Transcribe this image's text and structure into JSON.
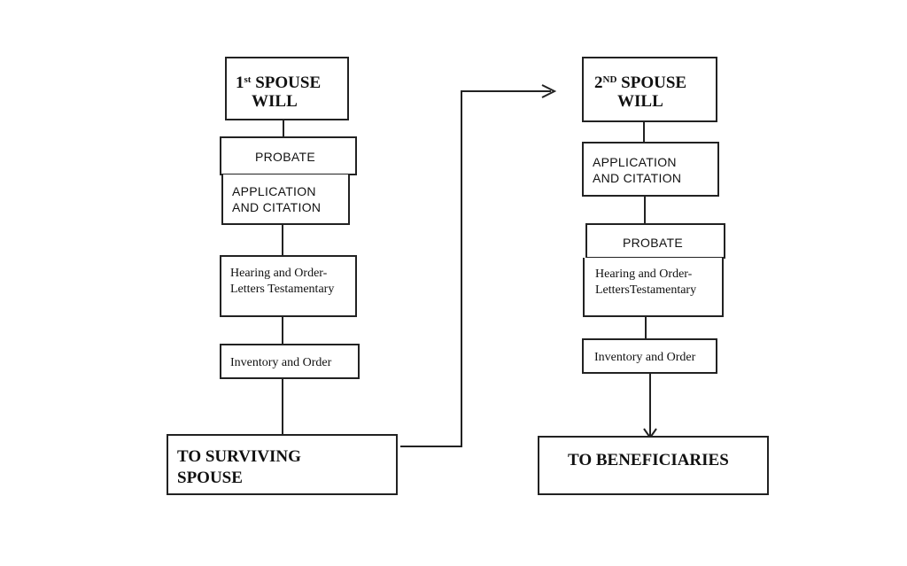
{
  "left_column": {
    "will": {
      "ordinal": "1",
      "sup": "st",
      "line1_rest": " SPOUSE",
      "line2": "WILL"
    },
    "probate": "PROBATE",
    "application": "APPLICATION\nAND CITATION",
    "hearing": "Hearing and Order-\nLetters Testamentary",
    "inventory": "Inventory and Order",
    "result": "TO SURVIVING\n   SPOUSE"
  },
  "right_column": {
    "will": {
      "ordinal": "2",
      "sup": "ND",
      "line1_rest": " SPOUSE",
      "line2": "WILL"
    },
    "application": "APPLICATION\nAND CITATION",
    "probate": "PROBATE",
    "hearing": "Hearing and Order-\nLettersTestamentary",
    "inventory": "Inventory and Order",
    "result": "TO BENEFICIARIES"
  }
}
